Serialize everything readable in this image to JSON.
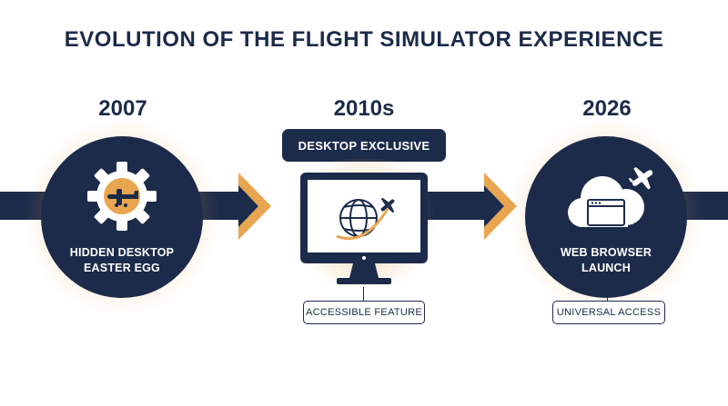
{
  "title": "EVOLUTION OF THE FLIGHT SIMULATOR EXPERIENCE",
  "stages": [
    {
      "year": "2007",
      "label_line1": "HIDDEN DESKTOP",
      "label_line2": "EASTER EGG"
    },
    {
      "year": "2010s",
      "banner": "DESKTOP EXCLUSIVE",
      "callout": "ACCESSIBLE FEATURE"
    },
    {
      "year": "2026",
      "label_line1": "WEB BROWSER",
      "label_line2": "LAUNCH",
      "callout": "UNIVERSAL ACCESS"
    }
  ],
  "icons": [
    "gear-plane-icon",
    "monitor-globe-icon",
    "cloud-browser-icon",
    "arrow-right-icon"
  ],
  "colors": {
    "navy": "#1d2b4a",
    "accent": "#e8a650",
    "background": "#ffffff"
  }
}
